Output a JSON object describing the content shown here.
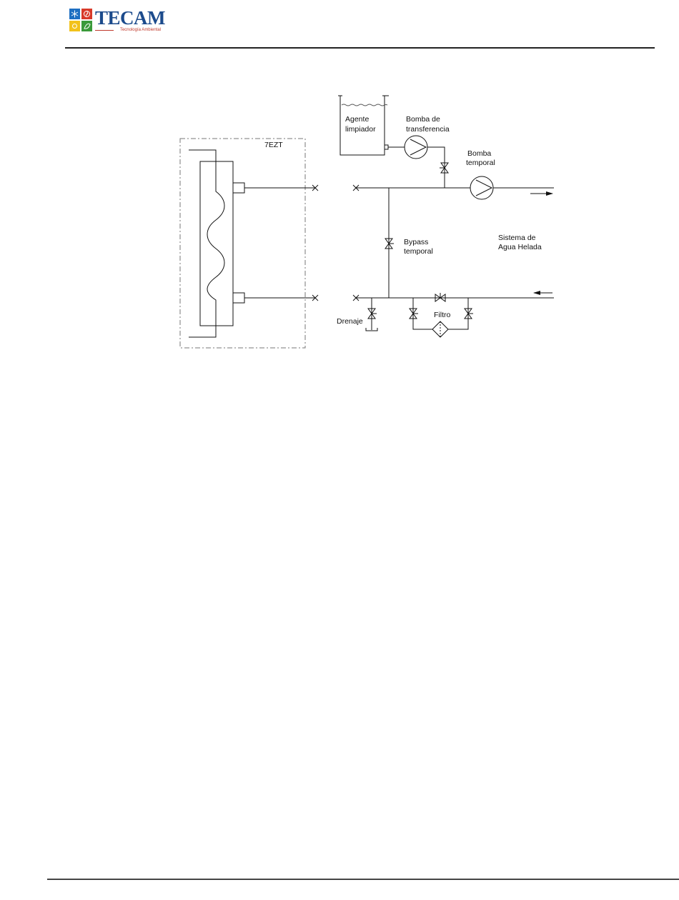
{
  "header": {
    "brand": "TECAM",
    "tagline": "Tecnología Ambiental",
    "colors": {
      "brand_blue": "#1c4b8c",
      "tile_blue": "#1e6fc2",
      "tile_red": "#d83a2a",
      "tile_yellow": "#f2c21b",
      "tile_green": "#3a9a3a"
    }
  },
  "diagram": {
    "unit_label": "7EZT",
    "tank_label": [
      "Agente",
      "limpiador"
    ],
    "transfer_pump_label": [
      "Bomba de",
      "transferencia"
    ],
    "temp_pump_label": [
      "Bomba",
      "temporal"
    ],
    "bypass_label": [
      "Bypass",
      "temporal"
    ],
    "system_label": [
      "Sistema de",
      "Agua Helada"
    ],
    "drain_label": "Drenaje",
    "filter_label": "Filtro"
  }
}
